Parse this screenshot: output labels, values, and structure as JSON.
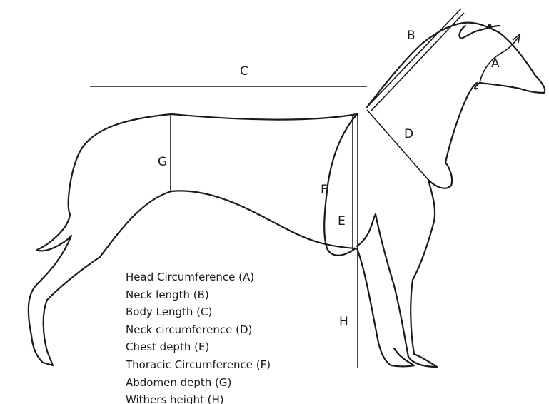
{
  "labels": {
    "a": "A",
    "b": "B",
    "c": "C",
    "d": "D",
    "e": "E",
    "f": "F",
    "g": "G",
    "h": "H"
  },
  "legend": [
    "Head Circumference (A)",
    "Neck length (B)",
    "Body Length (C)",
    "Neck circumference (D)",
    "Chest depth (E)",
    "Thoracic Circumference (F)",
    "Abdomen depth (G)",
    "Withers height (H)"
  ],
  "colors": {
    "ink": "#1a1a1a",
    "background": "#ffffff"
  }
}
